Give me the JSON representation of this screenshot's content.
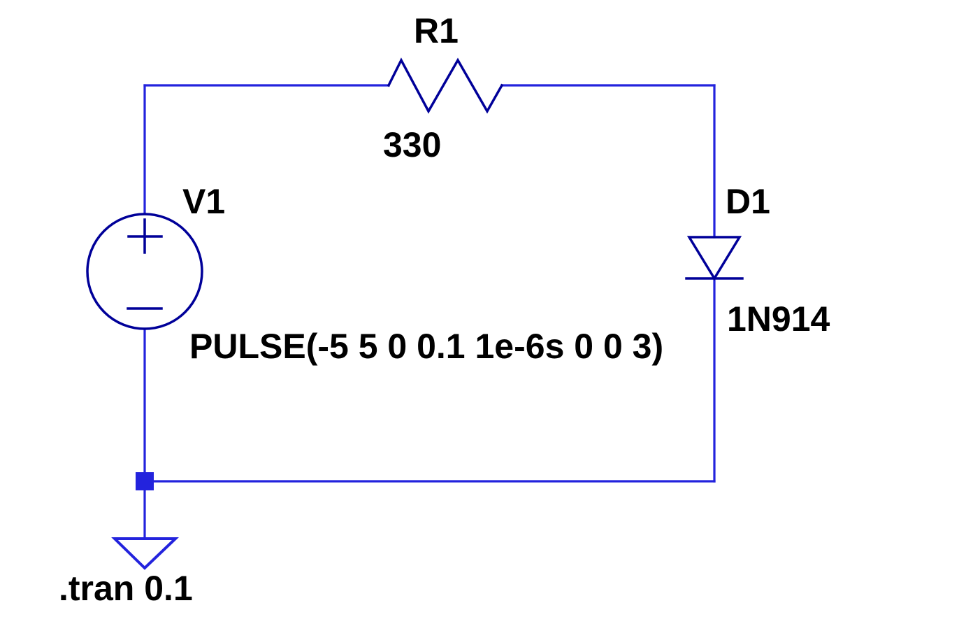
{
  "schematic": {
    "components": {
      "v1": {
        "designator": "V1",
        "value": "PULSE(-5 5 0 0.1 1e-6s 0 0 3)",
        "type": "voltage-source"
      },
      "r1": {
        "designator": "R1",
        "value": "330",
        "type": "resistor"
      },
      "d1": {
        "designator": "D1",
        "value": "1N914",
        "type": "diode"
      }
    },
    "directives": {
      "tran": ".tran 0.1"
    },
    "colors": {
      "wire": "#2323dd",
      "symbol": "#000099",
      "label_text": "#000000",
      "background": "#ffffff"
    }
  }
}
